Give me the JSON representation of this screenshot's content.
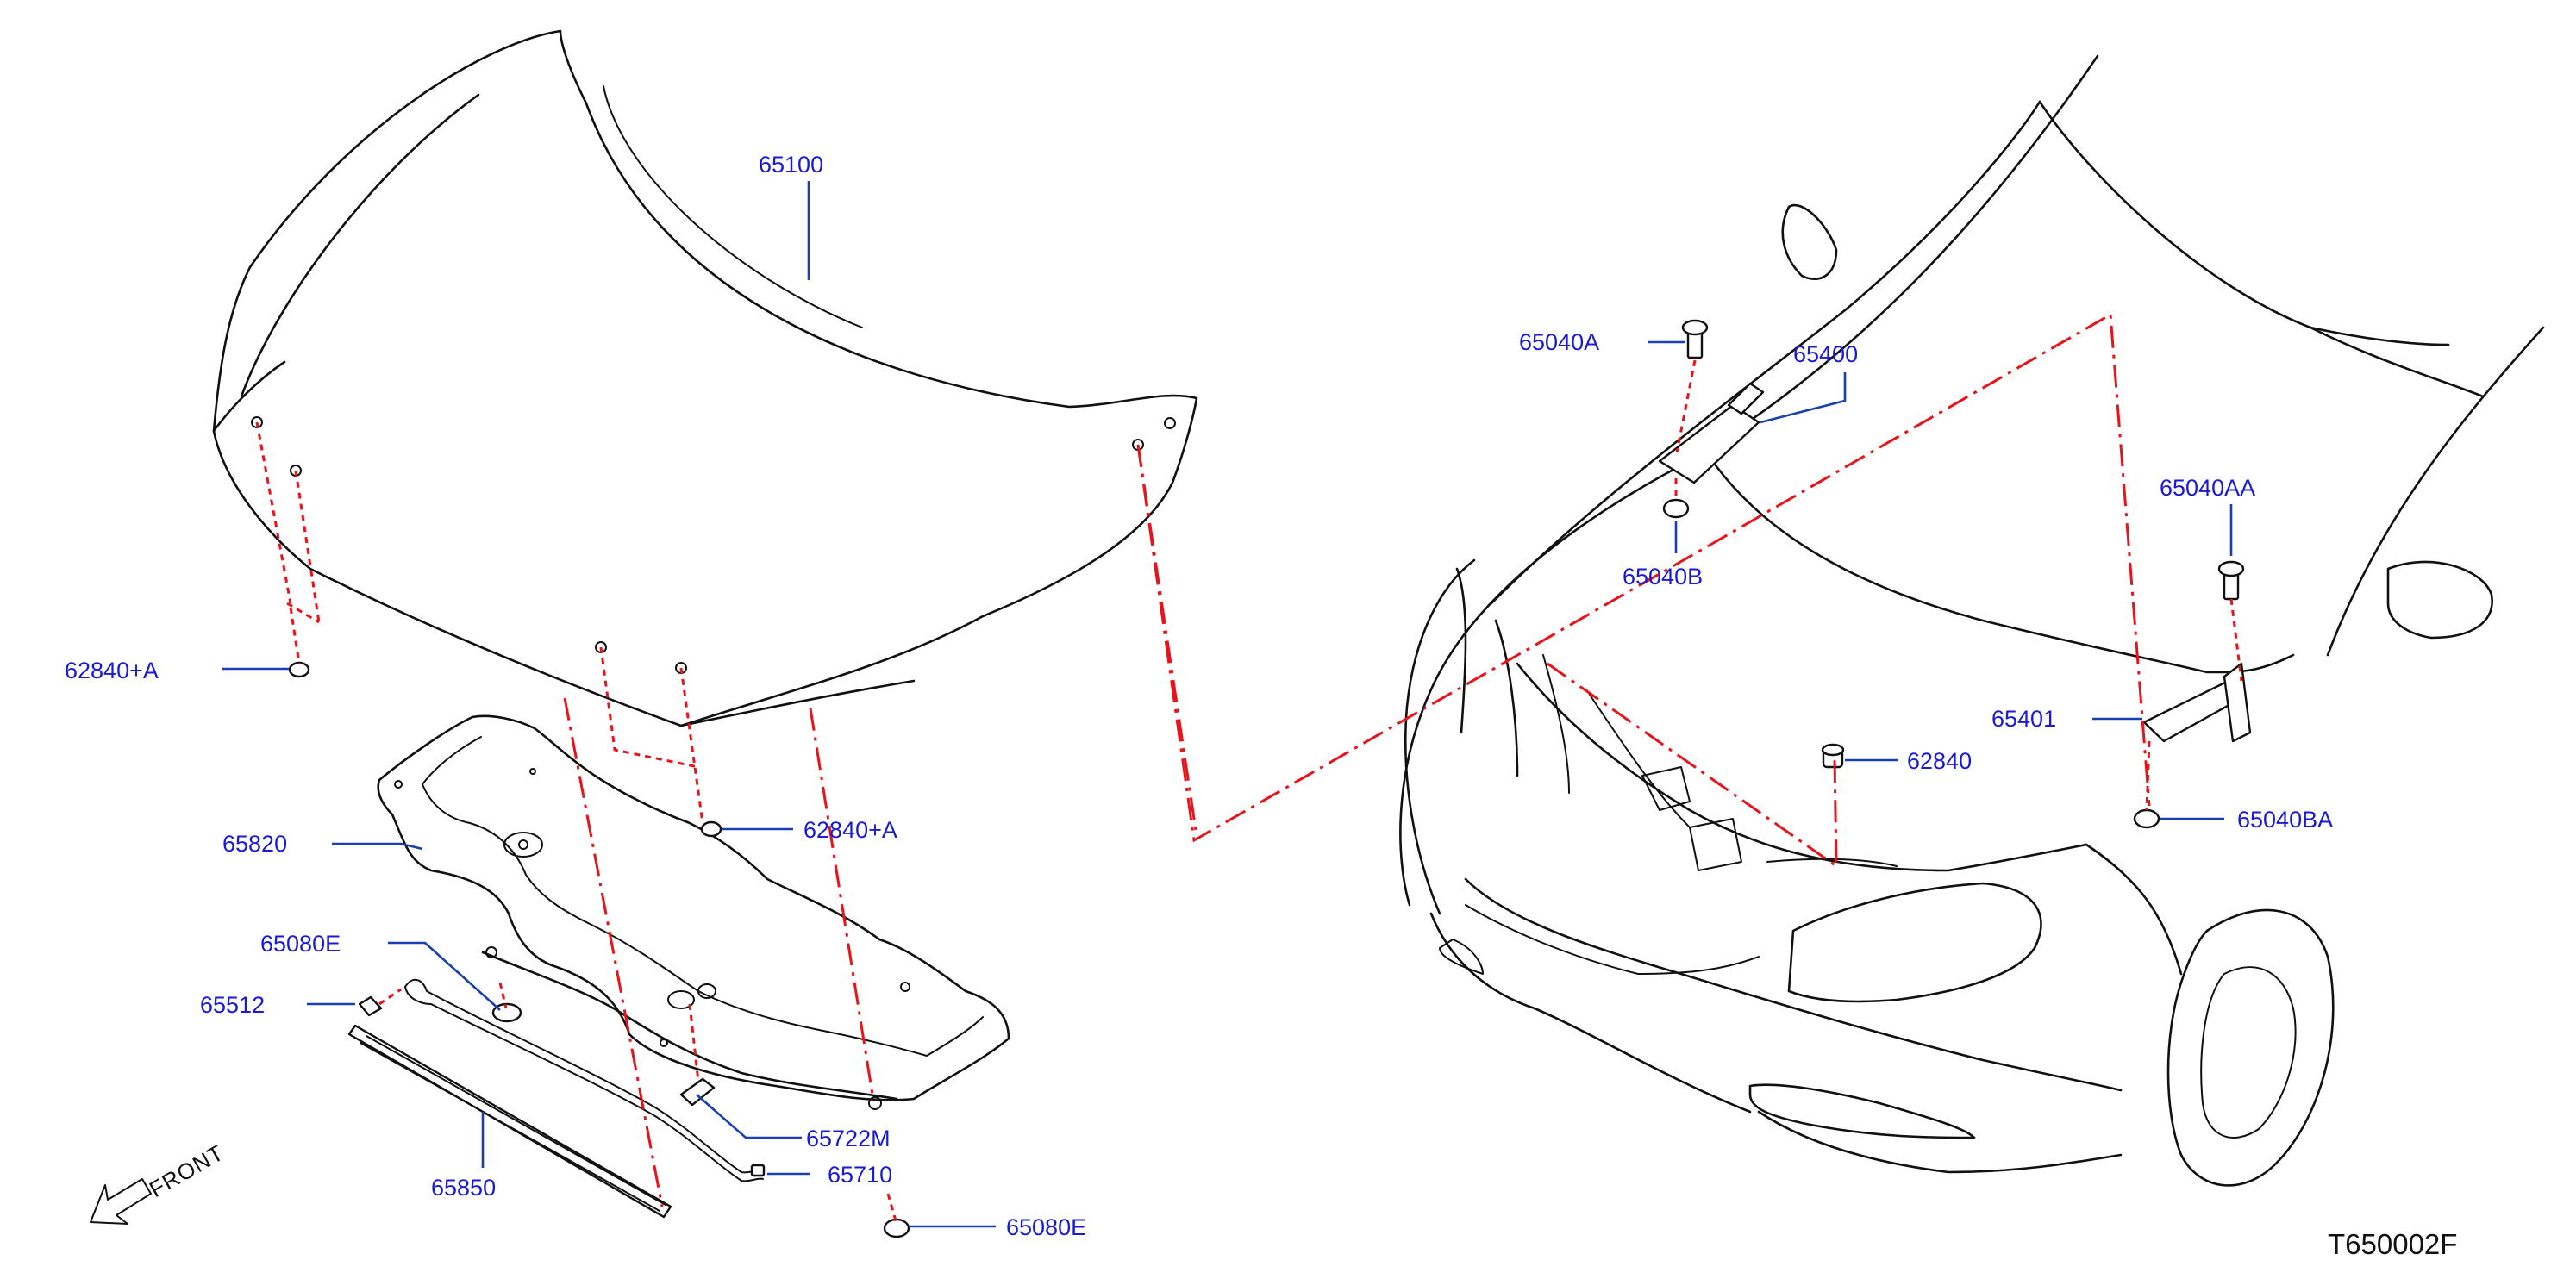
{
  "drawing_code": "T650002F",
  "front_label": "FRONT",
  "colors": {
    "label": "#1a1ad6",
    "leader": "#1a3fb0",
    "centerline": "#e8141b",
    "line": "#111111"
  },
  "callouts": {
    "c65100": "65100",
    "c62840A_left": "62840+A",
    "c62840A_mid": "62840+A",
    "c65820": "65820",
    "c65080E_upper": "65080E",
    "c65512": "65512",
    "c65850": "65850",
    "c65722M": "65722M",
    "c65710": "65710",
    "c65080E_lower": "65080E",
    "c65040A": "65040A",
    "c65400": "65400",
    "c65040B": "65040B",
    "c65040AA": "65040AA",
    "c65401": "65401",
    "c62840": "62840",
    "c65040BA": "65040BA"
  }
}
